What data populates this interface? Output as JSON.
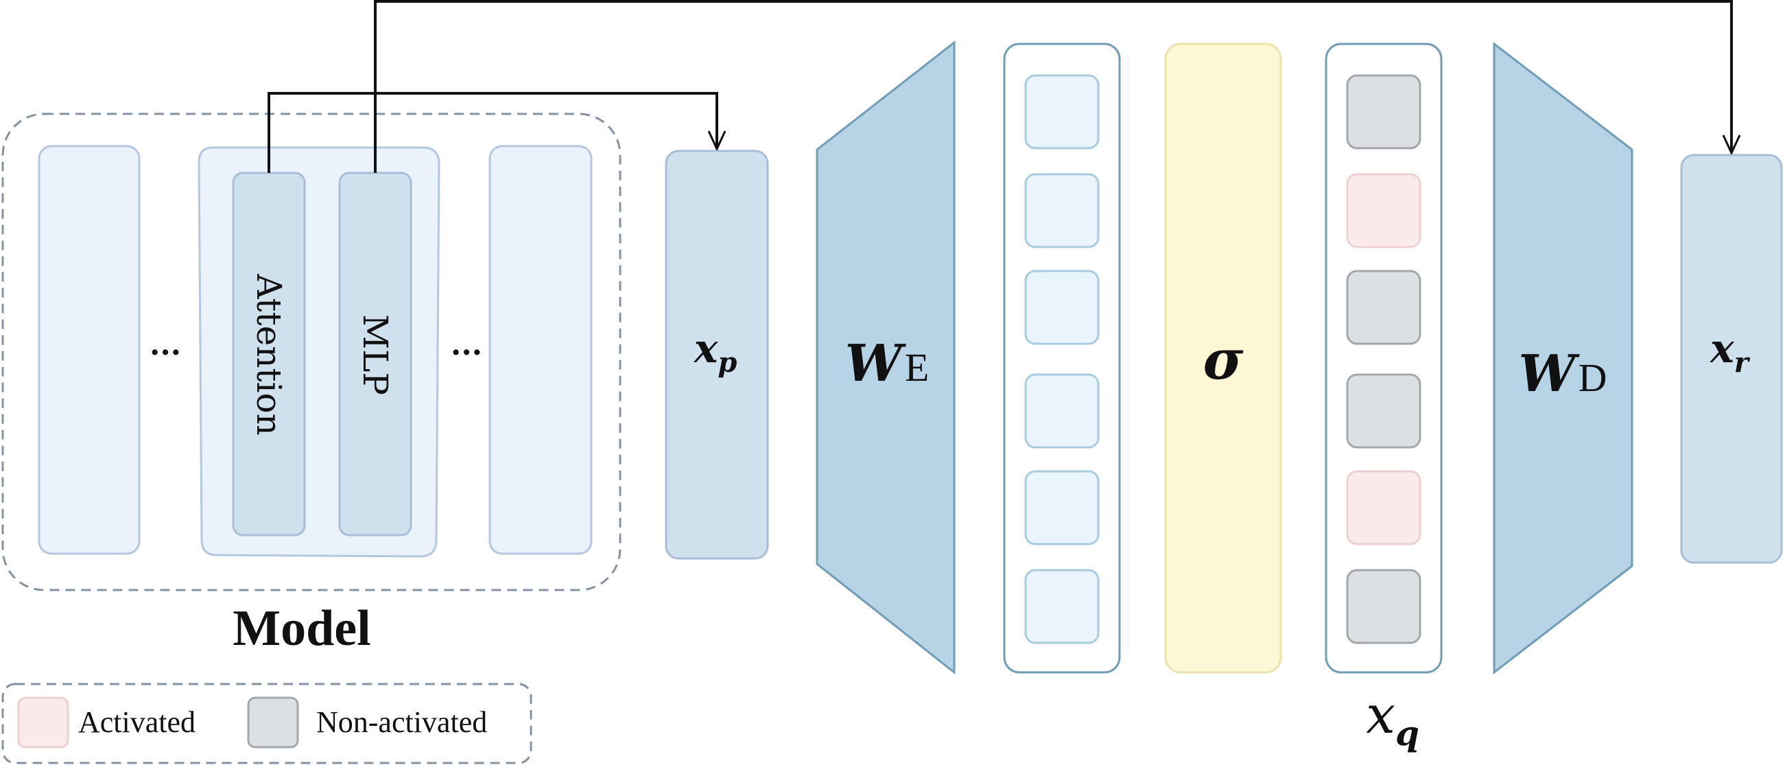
{
  "model": {
    "title": "Model",
    "attention_label": "Attention",
    "mlp_label": "MLP",
    "ellipsis_left": "...",
    "ellipsis_right": "..."
  },
  "xp": {
    "base": "x",
    "sub": "p"
  },
  "encoder": {
    "base": "W",
    "sub": "E"
  },
  "activation": {
    "symbol": "σ"
  },
  "decoder": {
    "base": "W",
    "sub": "D"
  },
  "xr": {
    "base": "x",
    "sub": "r"
  },
  "xq": {
    "base": "x",
    "sub": "q"
  },
  "latent_states": [
    "non-activated",
    "activated",
    "non-activated",
    "non-activated",
    "activated",
    "non-activated"
  ],
  "legend": {
    "activated_label": "Activated",
    "non_activated_label": "Non-activated"
  },
  "colors": {
    "light_block_fill": "#eaf3fc",
    "light_block_stroke": "#b5c7e0",
    "sublayer_fill": "#d0e1ee",
    "encoder_fill": "#b7d4e6",
    "encoder_stroke": "#6f9cb6",
    "latent_fill": "#e9f4fc",
    "latent_stroke": "#a8cbe0",
    "sigma_fill": "#fdf7d6",
    "sigma_stroke": "#ece2ac",
    "activated_fill": "#faeaea",
    "activated_stroke": "#ecd0d2",
    "nonactivated_fill": "#dcdfe3",
    "nonactivated_stroke": "#a3a6aa",
    "dashed_stroke": "#8592a4",
    "arrow": "#111111"
  }
}
